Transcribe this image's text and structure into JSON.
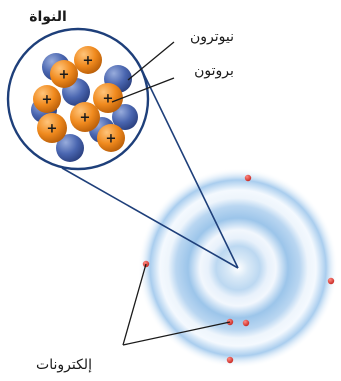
{
  "labels": {
    "nucleus": "النواة",
    "neutron": "نيوترون",
    "proton": "بروتون",
    "electrons": "إلكترونات"
  },
  "particles": {
    "proton_sign": "+"
  },
  "colors": {
    "background": "#ffffff",
    "proton": "#f08a1e",
    "neutron": "#4a66b0",
    "electron": "#d8322e",
    "electron_cloud": "#7fb3e3",
    "outline": "#1e3f7a",
    "label_text": "#1a1a1a"
  }
}
